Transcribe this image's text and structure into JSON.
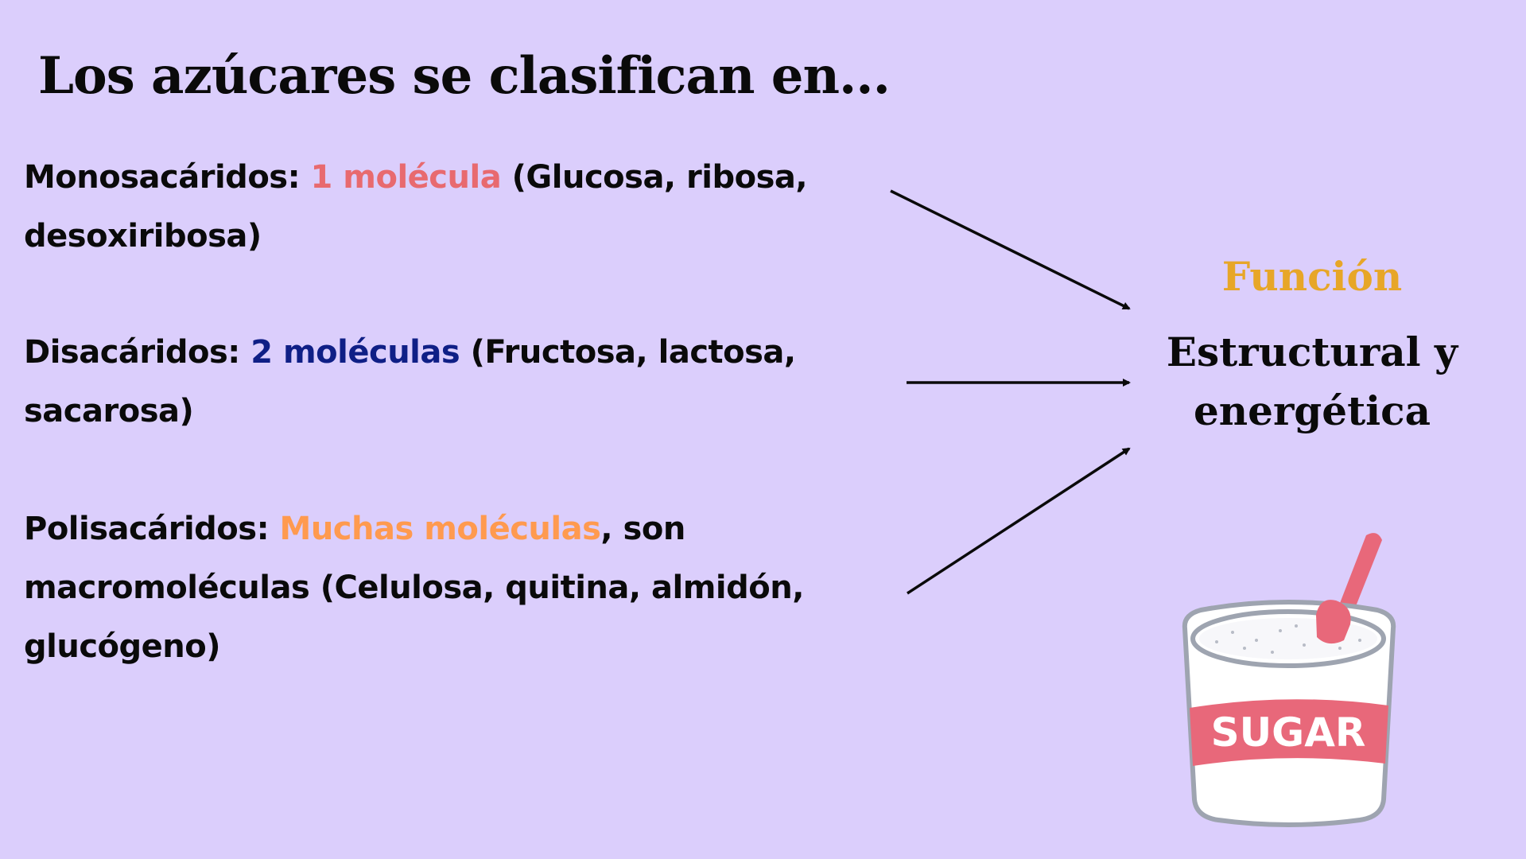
{
  "title": "Los azúcares se clasifican en...",
  "blocks": [
    {
      "label": "Monosacáridos:",
      "highlight": "1 molécula",
      "highlight_color": "#e86a6f",
      "rest_line1": "(Glucosa, ribosa,",
      "line2": "desoxiribosa)"
    },
    {
      "label": "Disacáridos:",
      "highlight": "2 moléculas",
      "highlight_color": "#0f1f86",
      "rest_line1": "(Fructosa, lactosa,",
      "line2": "sacarosa)"
    },
    {
      "label": "Polisacáridos:",
      "highlight": "Muchas moléculas",
      "highlight_color": "#ff9a4f",
      "rest_line1": ", son",
      "line2": "macromoléculas (Celulosa, quitina, almidón,",
      "line3": "glucógeno)"
    }
  ],
  "function": {
    "title": "Función",
    "title_color": "#e7a628",
    "body_line1": "Estructural y",
    "body_line2": "energética"
  },
  "illustration": {
    "label": "SUGAR",
    "icon": "sugar-jar-icon"
  },
  "colors": {
    "background": "#dbcefc",
    "text": "#0a0a0a"
  }
}
